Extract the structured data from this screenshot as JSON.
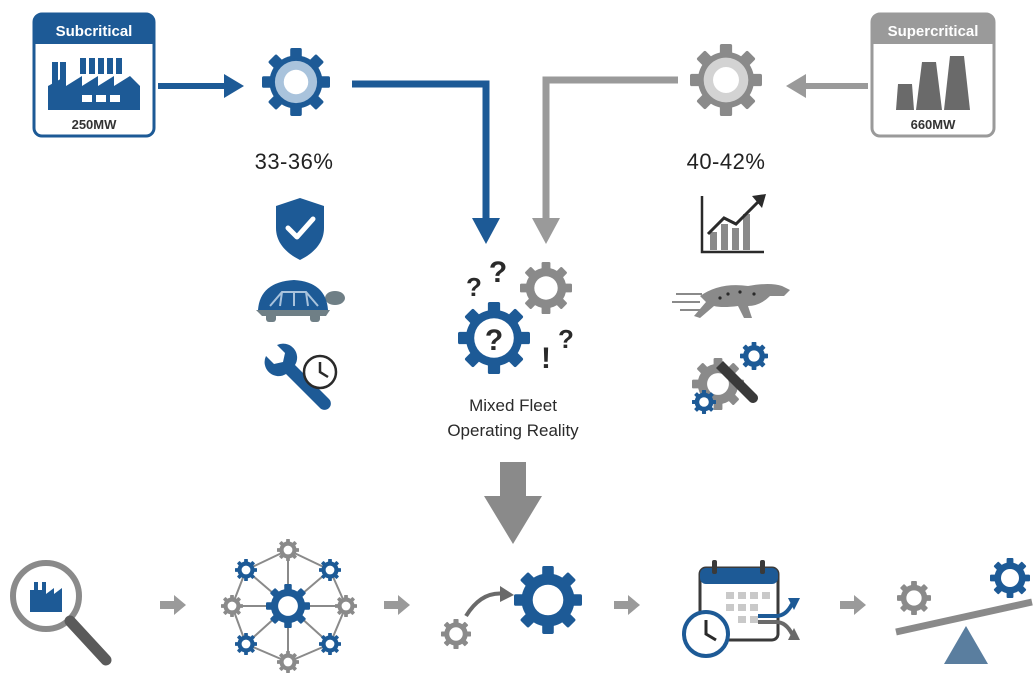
{
  "subcritical": {
    "title": "Subcritical",
    "capacity": "250MW",
    "efficiency": "33-36%"
  },
  "supercritical": {
    "title": "Supercritical",
    "capacity": "660MW",
    "efficiency": "40-42%"
  },
  "center": {
    "label_line1": "Mixed Fleet",
    "label_line2": "Operating Reality"
  },
  "colors": {
    "blue": "#1d5a96",
    "gray": "#8a8a8a",
    "light_gray": "#c9c9c9",
    "dark": "#222222"
  },
  "icons": {
    "left_column": [
      "shield-check-icon",
      "turtle-icon",
      "wrench-clock-icon"
    ],
    "right_column": [
      "growth-chart-icon",
      "cheetah-icon",
      "gears-wrench-icon"
    ],
    "bottom_flow": [
      "magnifier-factory-icon",
      "gear-network-icon",
      "gear-transfer-icon",
      "calendar-schedule-icon",
      "balance-gears-icon"
    ]
  }
}
